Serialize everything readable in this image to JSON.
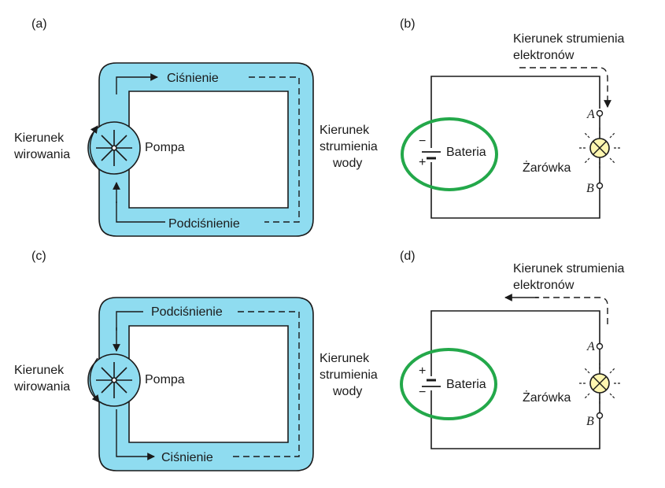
{
  "colors": {
    "pipe_fill": "#8fdcf0",
    "pipe_outline": "#1a1a1a",
    "highlight_ellipse": "#23a84a",
    "bulb_fill": "#fff6b0"
  },
  "panel_a": {
    "letter": "(a)",
    "top_label": "Ciśnienie",
    "bottom_label": "Podciśnienie",
    "pump_label": "Pompa",
    "rotation_label_line1": "Kierunek",
    "rotation_label_line2": "wirowania",
    "flow_label_line1": "Kierunek",
    "flow_label_line2": "strumienia",
    "flow_label_line3": "wody"
  },
  "panel_b": {
    "letter": "(b)",
    "flow_label_line1": "Kierunek strumienia",
    "flow_label_line2": "elektronów",
    "battery_label": "Bateria",
    "battery_top_sign": "−",
    "battery_bottom_sign": "+",
    "bulb_label": "Żarówka",
    "terminal_a": "A",
    "terminal_b": "B"
  },
  "panel_c": {
    "letter": "(c)",
    "top_label": "Podciśnienie",
    "bottom_label": "Ciśnienie",
    "pump_label": "Pompa",
    "rotation_label_line1": "Kierunek",
    "rotation_label_line2": "wirowania",
    "flow_label_line1": "Kierunek",
    "flow_label_line2": "strumienia",
    "flow_label_line3": "wody"
  },
  "panel_d": {
    "letter": "(d)",
    "flow_label_line1": "Kierunek strumienia",
    "flow_label_line2": "elektronów",
    "battery_label": "Bateria",
    "battery_top_sign": "+",
    "battery_bottom_sign": "−",
    "bulb_label": "Żarówka",
    "terminal_a": "A",
    "terminal_b": "B"
  }
}
